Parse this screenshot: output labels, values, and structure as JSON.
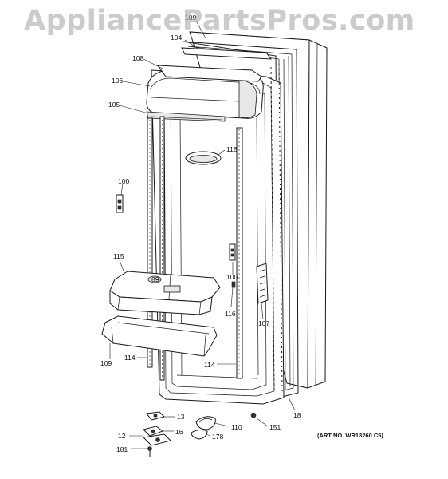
{
  "watermark": "AppliancePartsPros.com",
  "art_number": "(ART NO. WR18260 C5)",
  "callouts": {
    "c109_top": "109",
    "c104": "104",
    "c108": "108",
    "c106": "106",
    "c105": "105",
    "c118": "118",
    "c100_left": "100",
    "c115": "115",
    "c89": "89",
    "c100_right": "100",
    "c116": "116",
    "c107": "107",
    "c109_bottom": "109",
    "c114_left": "114",
    "c114_right": "114",
    "c18": "18",
    "c13": "13",
    "c110": "110",
    "c151": "151",
    "c12": "12",
    "c16": "16",
    "c178": "178",
    "c181": "181"
  }
}
